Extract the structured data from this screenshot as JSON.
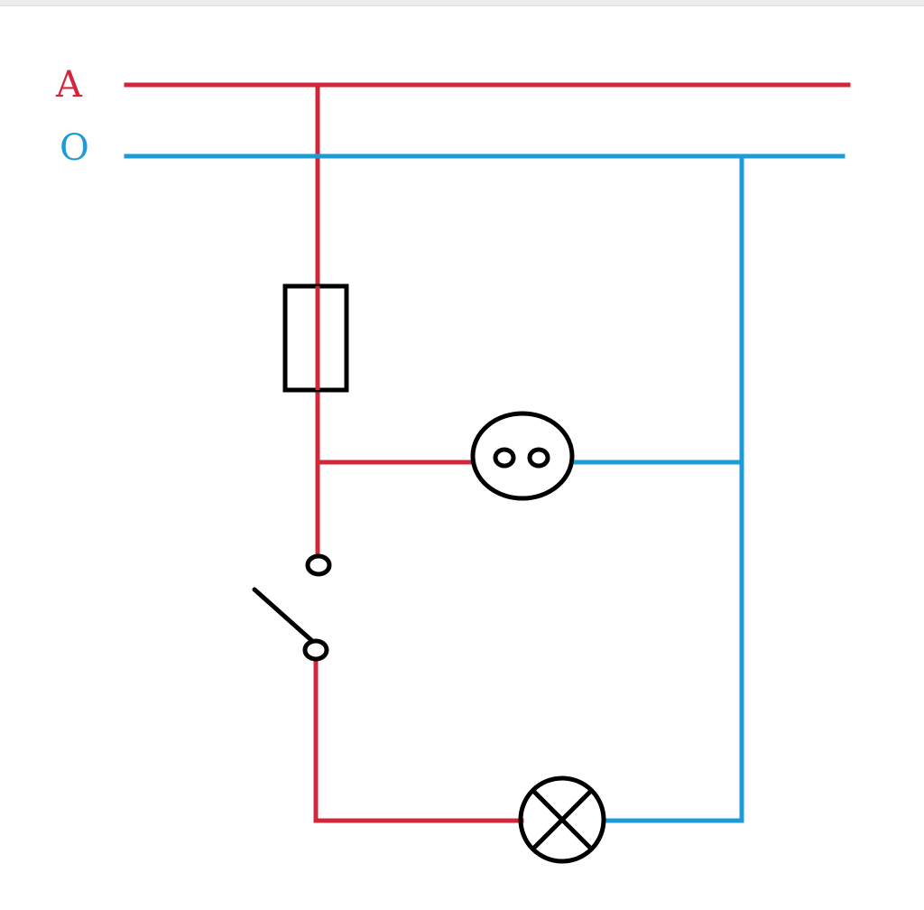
{
  "labels": {
    "phase": "A",
    "neutral": "O"
  },
  "colors": {
    "phase_wire": "#d0283a",
    "neutral_wire": "#1e9bd7",
    "component": "#000000"
  },
  "components": [
    {
      "name": "fuse",
      "icon": "fuse-rectangle"
    },
    {
      "name": "socket",
      "icon": "socket-two-holes"
    },
    {
      "name": "switch",
      "icon": "open-switch"
    },
    {
      "name": "lamp",
      "icon": "lamp-cross-circle"
    }
  ]
}
